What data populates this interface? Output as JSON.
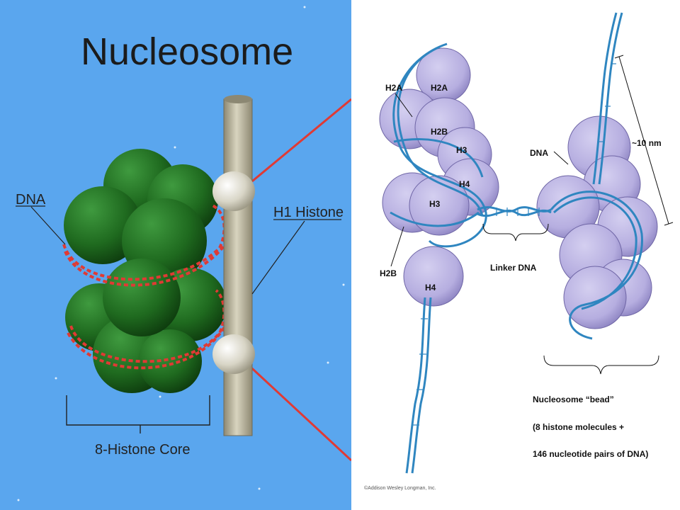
{
  "left": {
    "title": "Nucleosome",
    "labels": {
      "dna": "DNA",
      "h1": "H1 Histone",
      "core": "8-Histone Core"
    },
    "colors": {
      "background": "#5aa6ee",
      "histone_core": "#1f6a1f",
      "dna_strand": "#e03a34",
      "h1_rod": "#b9b49a"
    }
  },
  "right": {
    "histone_labels": {
      "h2a_outer": "H2A",
      "h2a_inner": "H2A",
      "h2b_inner": "H2B",
      "h3_right": "H3",
      "h4_right": "H4",
      "h3_lower": "H3",
      "h2b_outer": "H2B",
      "h4_lower": "H4"
    },
    "dna_label": "DNA",
    "size_label": "~10 nm",
    "linker_label": "Linker DNA",
    "bead_caption": [
      "Nucleosome “bead”",
      "(8 histone molecules +",
      "146 nucleotide pairs of DNA)"
    ],
    "copyright": "©Addison Wesley Longman, Inc.",
    "colors": {
      "histone": "#b6aee0",
      "dna": "#2f86c0"
    }
  }
}
